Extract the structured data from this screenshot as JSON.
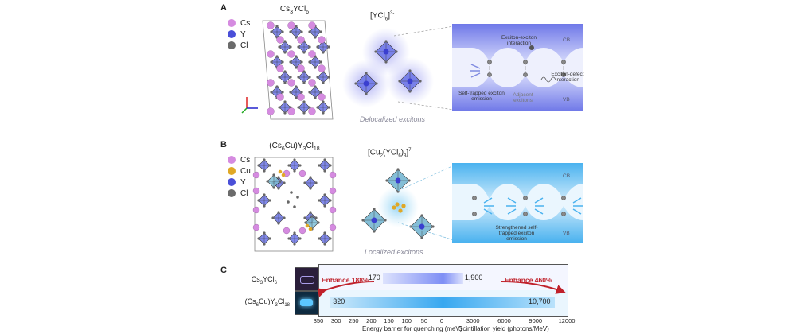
{
  "panel_a": {
    "letter": "A",
    "crystal_title": "Cs3YCl6",
    "legend": [
      {
        "label": "Cs",
        "color": "#d58be0"
      },
      {
        "label": "Y",
        "color": "#4a4fd8"
      },
      {
        "label": "Cl",
        "color": "#6b6b6b"
      }
    ],
    "cluster_title": "[YCl6]3-",
    "cluster_caption": "Delocalized excitons",
    "diagram": {
      "cb": "CB",
      "vb": "VB",
      "exciton_exciton": "Exciton-exciton interaction",
      "exciton_defect": "Exciton-defect interaction",
      "ste_emission": "Self-trapped exciton emission",
      "adjacent": "Adjacent excitons"
    }
  },
  "panel_b": {
    "letter": "B",
    "crystal_title": "(Cs6Cu)Y3Cl18",
    "legend": [
      {
        "label": "Cs",
        "color": "#d58be0"
      },
      {
        "label": "Cu",
        "color": "#e0a826"
      },
      {
        "label": "Y",
        "color": "#4a4fd8"
      },
      {
        "label": "Cl",
        "color": "#6b6b6b"
      }
    ],
    "cluster_title": "[Cu2(YCl6)3]7-",
    "cluster_caption": "Localized excitons",
    "diagram": {
      "cb": "CB",
      "vb": "VB",
      "strengthened": "Strengthened self-trapped exciton emission"
    }
  },
  "panel_c": {
    "letter": "C",
    "rows": [
      {
        "label": "Cs3YCl6",
        "barrier": 170,
        "barrier_text": "170",
        "yield": 1900,
        "yield_text": "1,900"
      },
      {
        "label": "(Cs6Cu)Y3Cl18",
        "barrier": 320,
        "barrier_text": "320",
        "yield": 10700,
        "yield_text": "10,700"
      }
    ],
    "enhance_left": "Enhance 188%",
    "enhance_right": "Enhance 460%",
    "left_axis_title": "Energy barrier for quenching (meV)",
    "right_axis_title": "Scintillation yield (photons/MeV)",
    "left_ticks": [
      "350",
      "300",
      "250",
      "200",
      "150",
      "100",
      "50",
      "0"
    ],
    "right_ticks": [
      "3000",
      "6000",
      "9000",
      "12000"
    ],
    "colors": {
      "bar_top": "#7f8ff5",
      "bar_bottom": "#38a8f0",
      "arrow": "#c0202a"
    }
  },
  "chart_data": {
    "type": "bar",
    "categories": [
      "Cs3YCl6",
      "(Cs6Cu)Y3Cl18"
    ],
    "series": [
      {
        "name": "Energy barrier for quenching (meV)",
        "values": [
          170,
          320
        ]
      },
      {
        "name": "Scintillation yield (photons/MeV)",
        "values": [
          1900,
          10700
        ]
      }
    ],
    "xlabel_left": "Energy barrier for quenching (meV)",
    "xlabel_right": "Scintillation yield (photons/MeV)",
    "xlim_left": [
      350,
      0
    ],
    "xlim_right": [
      0,
      12000
    ],
    "annotations": [
      "Enhance 188%",
      "Enhance 460%"
    ]
  }
}
